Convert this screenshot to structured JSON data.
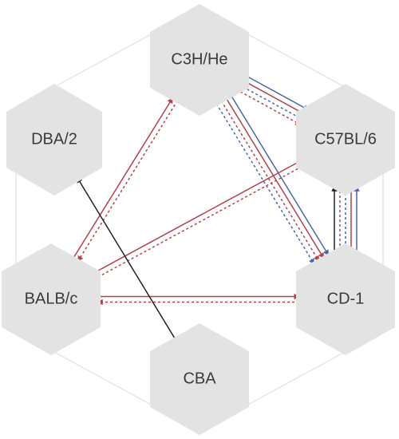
{
  "nodes": {
    "c3h": "C3H/He",
    "dba": "DBA/2",
    "c57": "C57BL/6",
    "balb": "BALB/c",
    "cd1": "CD-1",
    "cba": "CBA"
  },
  "colors": {
    "red": "#b5414a",
    "blue": "#4a67a8",
    "black": "#222222",
    "hex_fill": "#e3e3e3",
    "frame": "#e6e6e6"
  },
  "edges": [
    {
      "from": "c3h",
      "to": "c57",
      "color": "blue",
      "style": "solid"
    },
    {
      "from": "c3h",
      "to": "c57",
      "color": "red",
      "style": "solid"
    },
    {
      "from": "c3h",
      "to": "c57",
      "color": "blue",
      "style": "dashed"
    },
    {
      "from": "c3h",
      "to": "c57",
      "color": "red",
      "style": "dashed"
    },
    {
      "from": "c3h",
      "to": "cd1",
      "color": "blue",
      "style": "solid"
    },
    {
      "from": "c3h",
      "to": "cd1",
      "color": "red",
      "style": "solid"
    },
    {
      "from": "c3h",
      "to": "cd1",
      "color": "red",
      "style": "dashed"
    },
    {
      "from": "c3h",
      "to": "cd1",
      "color": "blue",
      "style": "dashed"
    },
    {
      "from": "balb",
      "to": "c3h",
      "color": "red",
      "style": "solid"
    },
    {
      "from": "c3h",
      "to": "balb",
      "color": "red",
      "style": "dashed"
    },
    {
      "from": "balb",
      "to": "c57",
      "color": "red",
      "style": "solid"
    },
    {
      "from": "c57",
      "to": "balb",
      "color": "red",
      "style": "dashed"
    },
    {
      "from": "balb",
      "to": "cd1",
      "color": "red",
      "style": "solid"
    },
    {
      "from": "cd1",
      "to": "balb",
      "color": "red",
      "style": "dashed"
    },
    {
      "from": "cd1",
      "to": "c57",
      "color": "blue",
      "style": "solid"
    },
    {
      "from": "c57",
      "to": "cd1",
      "color": "red",
      "style": "solid"
    },
    {
      "from": "cd1",
      "to": "c57",
      "color": "blue",
      "style": "dashed"
    },
    {
      "from": "c57",
      "to": "cd1",
      "color": "red",
      "style": "dashed"
    },
    {
      "from": "cd1",
      "to": "c57",
      "color": "black",
      "style": "solid"
    },
    {
      "from": "cba",
      "to": "dba",
      "color": "black",
      "style": "solid"
    }
  ]
}
